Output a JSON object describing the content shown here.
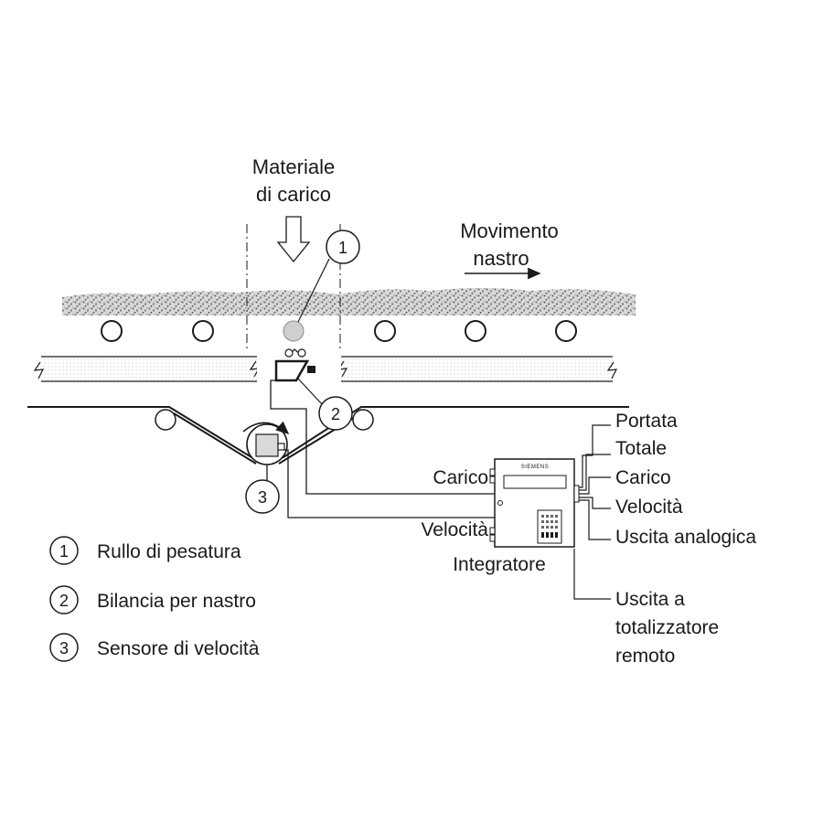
{
  "labels": {
    "material_line1": "Materiale",
    "material_line2": "di carico",
    "movement_line1": "Movimento",
    "movement_line2": "nastro",
    "load_input": "Carico",
    "speed_input": "Velocità",
    "integrator": "Integratore",
    "brand": "SIEMENS"
  },
  "outputs": {
    "rate": "Portata",
    "total": "Totale",
    "load": "Carico",
    "speed": "Velocità",
    "analog": "Uscita analogica",
    "remote_line1": "Uscita a",
    "remote_line2": "totalizzatore",
    "remote_line3": "remoto"
  },
  "callouts": [
    "1",
    "2",
    "3"
  ],
  "legend": [
    {
      "num": "1",
      "text": "Rullo di pesatura"
    },
    {
      "num": "2",
      "text": "Bilancia per nastro"
    },
    {
      "num": "3",
      "text": "Sensore di velocità"
    }
  ],
  "colors": {
    "line": "#1a1a1a",
    "material": "#9a9a9a",
    "weigh_roller": "#cfcfcf",
    "sensor": "#d9d9d9"
  }
}
